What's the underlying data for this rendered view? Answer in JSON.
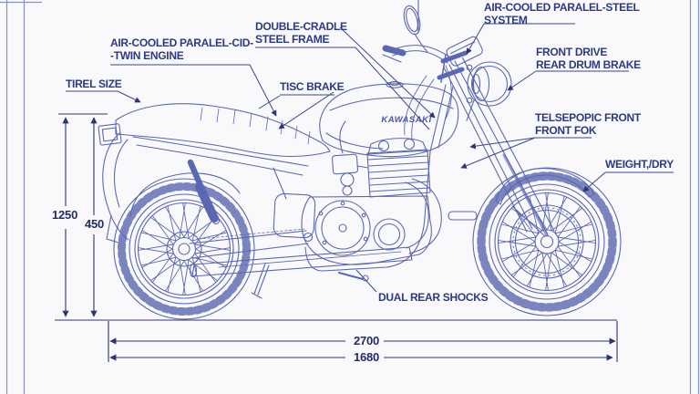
{
  "drawing": {
    "brand_logo": "KAWASAKI"
  },
  "callouts": {
    "engine": {
      "line1": "AIR-COOLED PARALEL-CID-",
      "line2": "-TWIN ENGINE"
    },
    "tire_size": {
      "line1": "TIREL SIZE"
    },
    "frame": {
      "line1": "DOUBLE-CRADLE",
      "line2": "STEEL FRAME"
    },
    "front_brake": {
      "line1": "TISC BRAKE"
    },
    "cooling_system": {
      "line1": "AIR-COOLED PARALEL-STEEL",
      "line2": "SYSTEM"
    },
    "rear_brake": {
      "line1": "FRONT DRIVE",
      "line2": "REAR DRUM BRAKE"
    },
    "front_fork": {
      "line1": "TELSEPOPIC FRONT",
      "line2": "FRONT FOK"
    },
    "weight": {
      "line1": "WEIGHT,/DRY"
    },
    "rear_suspension": {
      "line1": "DUAL REAR SHOCKS"
    }
  },
  "dimensions": {
    "overall_height": "1250",
    "seat_height": "450",
    "overall_length": "2700",
    "wheelbase": "1680"
  },
  "colors": {
    "drawing_line": "#5a68b2",
    "label_text": "#2c3a85",
    "dimension_line": "#2a3474",
    "sheet_border": "#8890c0",
    "background": "#f9f9fb"
  }
}
